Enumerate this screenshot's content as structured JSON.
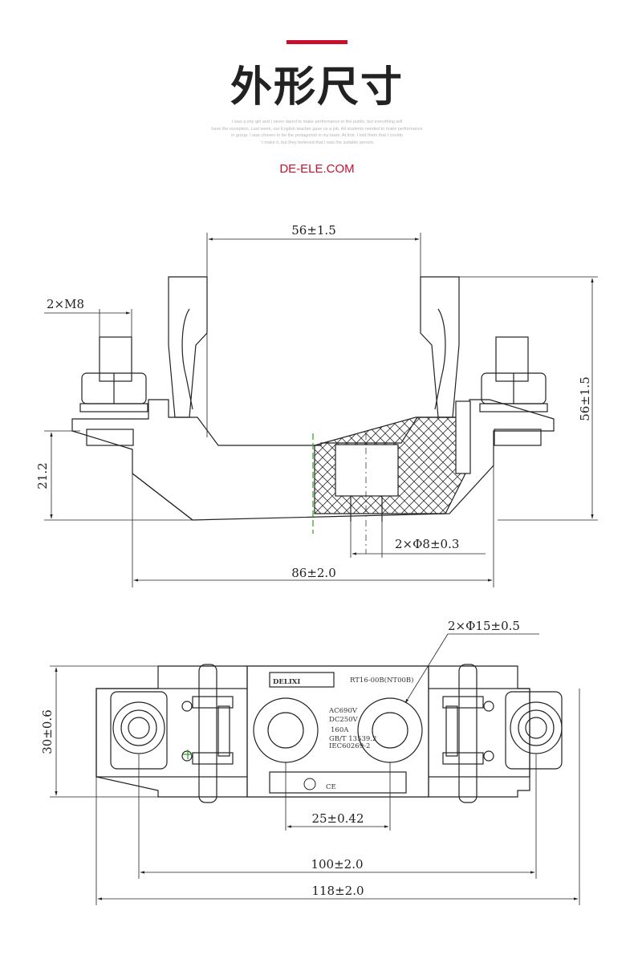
{
  "header": {
    "accent_color": "#c8102e",
    "title": "外形尺寸",
    "caption_lines": [
      "I was a shy girl and I never dared to make performance in the public, but everything will",
      "have the exception. Last week, our English teacher gave us a job. All students needed to make performance",
      "in group. I was chosen to be the protagonist in my team. At first, I told them that I couldn",
      "' t make it, but they believed that I was the suitable person."
    ],
    "brand": "DE-ELE.COM"
  },
  "side_view": {
    "dim_top_width": "56±1.5",
    "dim_bolt": "2×M8",
    "dim_right_height": "56±1.5",
    "dim_left_height": "21.2",
    "dim_hole": "2×Φ8±0.3",
    "dim_base_width": "86±2.0"
  },
  "top_view": {
    "dim_hole_dia": "2×Φ15±0.5",
    "dim_height": "30±0.6",
    "dim_hole_spacing": "25±0.42",
    "dim_inner_width": "100±2.0",
    "dim_overall_width": "118±2.0",
    "label_brand": "DELIXI",
    "label_model": "RT16-00B(NT00B)",
    "label_ac": "AC690V",
    "label_dc": "DC250V",
    "label_current": "160A",
    "label_std1": "GB/T 13539.2",
    "label_std2": "IEC60269-2",
    "label_marks": "CE"
  }
}
